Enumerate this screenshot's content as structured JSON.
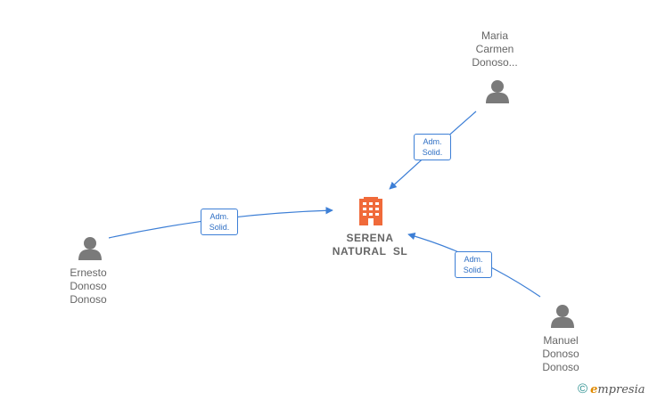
{
  "company": {
    "name_line1": "SERENA",
    "name_line2": "NATURAL  SL",
    "icon": "building-icon",
    "color": "#f06a3a"
  },
  "people": [
    {
      "id": "maria",
      "lines": [
        "Maria",
        "Carmen",
        "Donoso..."
      ]
    },
    {
      "id": "ernesto",
      "lines": [
        "Ernesto",
        "Donoso",
        "Donoso"
      ]
    },
    {
      "id": "manuel",
      "lines": [
        "Manuel",
        "Donoso",
        "Donoso"
      ]
    }
  ],
  "relations": [
    {
      "from": "maria",
      "line1": "Adm.",
      "line2": "Solid."
    },
    {
      "from": "ernesto",
      "line1": "Adm.",
      "line2": "Solid."
    },
    {
      "from": "manuel",
      "line1": "Adm.",
      "line2": "Solid."
    }
  ],
  "colors": {
    "edge": "#3d7fd6",
    "person": "#7a7a7a"
  },
  "brand": {
    "copyright": "©",
    "initial": "e",
    "rest": "mpresia"
  }
}
